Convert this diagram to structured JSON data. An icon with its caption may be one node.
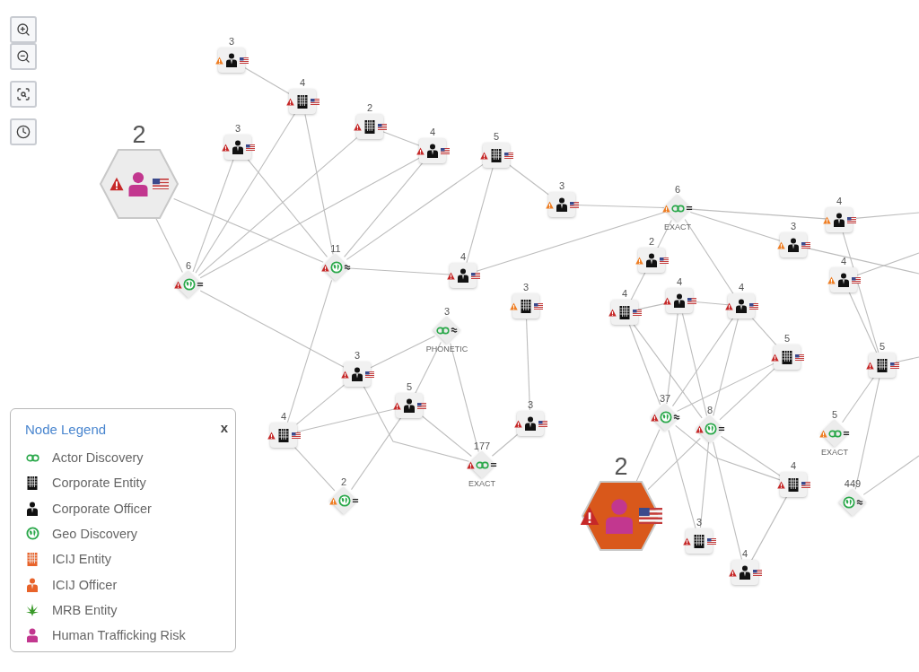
{
  "diagram": {
    "nodes": [
      {
        "text": [
          "3"
        ]
      },
      {
        "text": [
          "4"
        ]
      },
      {
        "text": [
          "2"
        ]
      },
      {
        "text": [
          "3"
        ]
      },
      {
        "text": [
          "4"
        ]
      },
      {
        "text": [
          "5"
        ]
      },
      {
        "text": [
          "2"
        ]
      },
      {
        "text": [
          "3"
        ]
      },
      {
        "text": [
          "6",
          "EXACT"
        ]
      },
      {
        "text": [
          "4"
        ]
      },
      {
        "text": [
          "3"
        ]
      },
      {
        "text": [
          "2"
        ]
      },
      {
        "text": [
          "6"
        ]
      },
      {
        "text": [
          "11"
        ]
      },
      {
        "text": [
          "4"
        ]
      },
      {
        "text": [
          "4"
        ]
      },
      {
        "text": [
          "3"
        ]
      },
      {
        "text": [
          "4"
        ]
      },
      {
        "text": [
          "4"
        ]
      },
      {
        "text": [
          "4"
        ]
      },
      {
        "text": [
          "3",
          "PHONETIC"
        ]
      },
      {
        "text": [
          "5"
        ]
      },
      {
        "text": [
          "5"
        ]
      },
      {
        "text": [
          "3"
        ]
      },
      {
        "text": [
          "5"
        ]
      },
      {
        "text": [
          "4"
        ]
      },
      {
        "text": [
          "37"
        ]
      },
      {
        "text": [
          "8"
        ]
      },
      {
        "text": [
          "3"
        ]
      },
      {
        "text": [
          "5",
          "EXACT"
        ]
      },
      {
        "text": [
          "177",
          "EXACT"
        ]
      },
      {
        "text": [
          "2"
        ]
      },
      {
        "text": [
          "2"
        ]
      },
      {
        "text": [
          "4"
        ]
      },
      {
        "text": [
          "449"
        ]
      },
      {
        "text": [
          "3"
        ]
      },
      {
        "text": [
          "4"
        ]
      }
    ],
    "edges": [
      {
        "from": 0,
        "to": 1,
        "arrow": "none"
      },
      {
        "from": 1,
        "to": 12,
        "arrow": "none"
      },
      {
        "from": 1,
        "to": 13,
        "arrow": "none"
      },
      {
        "from": 2,
        "to": 4,
        "arrow": "none"
      },
      {
        "from": 2,
        "to": 12,
        "arrow": "none"
      },
      {
        "from": 3,
        "to": 12,
        "arrow": "none"
      },
      {
        "from": 3,
        "to": 13,
        "arrow": "none"
      },
      {
        "from": 4,
        "to": 12,
        "arrow": "none"
      },
      {
        "from": 4,
        "to": 13,
        "arrow": "none"
      },
      {
        "from": 5,
        "to": 13,
        "arrow": "none"
      },
      {
        "from": 5,
        "to": 14,
        "arrow": "none"
      },
      {
        "from": 5,
        "to": 7,
        "arrow": "none"
      },
      {
        "from": 6,
        "to": 13,
        "arrow": "none"
      },
      {
        "from": 6,
        "to": 12,
        "arrow": "none"
      },
      {
        "from": 7,
        "to": 8,
        "arrow": "none"
      },
      {
        "from": 8,
        "to": 14,
        "arrow": "none"
      },
      {
        "from": 8,
        "to": 9,
        "arrow": "none"
      },
      {
        "from": 8,
        "to": 10,
        "arrow": "none"
      },
      {
        "from": 8,
        "to": 11,
        "arrow": "none"
      },
      {
        "from": 8,
        "to": 19,
        "arrow": "none"
      },
      {
        "from": 9,
        "to": null,
        "arrow": "none"
      },
      {
        "from": 9,
        "to": 22,
        "arrow": "none"
      },
      {
        "from": 10,
        "to": null,
        "arrow": "none"
      },
      {
        "from": 15,
        "to": null,
        "arrow": "none"
      },
      {
        "from": 11,
        "to": 17,
        "arrow": "none"
      },
      {
        "from": 13,
        "to": 14,
        "arrow": "none"
      },
      {
        "from": 13,
        "to": 25,
        "arrow": "none"
      },
      {
        "from": 12,
        "to": 23,
        "arrow": "none"
      },
      {
        "from": 20,
        "to": 23,
        "arrow": "none"
      },
      {
        "from": 20,
        "to": 24,
        "arrow": "none"
      },
      {
        "from": 20,
        "to": 30,
        "arrow": "none"
      },
      {
        "from": 16,
        "to": 28,
        "arrow": "none"
      },
      {
        "from": 28,
        "to": 30,
        "arrow": "none"
      },
      {
        "from": 23,
        "to": 30,
        "arrow": "none"
      },
      {
        "from": 24,
        "to": 30,
        "arrow": "none"
      },
      {
        "from": 25,
        "to": 23,
        "arrow": "none"
      },
      {
        "from": 25,
        "to": 24,
        "arrow": "none"
      },
      {
        "from": 25,
        "to": 31,
        "arrow": "none"
      },
      {
        "from": 24,
        "to": 31,
        "arrow": "none"
      },
      {
        "from": 17,
        "to": 18,
        "arrow": "none"
      },
      {
        "from": 18,
        "to": 19,
        "arrow": "none"
      },
      {
        "from": 19,
        "to": 21,
        "arrow": "none"
      },
      {
        "from": 17,
        "to": 26,
        "arrow": "none"
      },
      {
        "from": 17,
        "to": 27,
        "arrow": "none"
      },
      {
        "from": 18,
        "to": 26,
        "arrow": "none"
      },
      {
        "from": 18,
        "to": 27,
        "arrow": "none"
      },
      {
        "from": 19,
        "to": 26,
        "arrow": "none"
      },
      {
        "from": 19,
        "to": 27,
        "arrow": "none"
      },
      {
        "from": 21,
        "to": 26,
        "arrow": "none"
      },
      {
        "from": 21,
        "to": 27,
        "arrow": "none"
      },
      {
        "from": 26,
        "to": 32,
        "arrow": "none"
      },
      {
        "from": 27,
        "to": 32,
        "arrow": "none"
      },
      {
        "from": 27,
        "to": 33,
        "arrow": "none"
      },
      {
        "from": 26,
        "to": 33,
        "arrow": "none"
      },
      {
        "from": 27,
        "to": 35,
        "arrow": "none"
      },
      {
        "from": 26,
        "to": 35,
        "arrow": "none"
      },
      {
        "from": 27,
        "to": 36,
        "arrow": "none"
      },
      {
        "from": 33,
        "to": 36,
        "arrow": "none"
      },
      {
        "from": 15,
        "to": 22,
        "arrow": "none"
      },
      {
        "from": 22,
        "to": 29,
        "arrow": "none"
      },
      {
        "from": 22,
        "to": 34,
        "arrow": "none"
      },
      {
        "from": 22,
        "to": null,
        "arrow": "none"
      },
      {
        "from": 34,
        "to": null,
        "arrow": "none"
      }
    ],
    "labels": [
      "Node Legend",
      "x"
    ],
    "legend": [
      {
        "text": "Actor Discovery"
      },
      {
        "text": "Corporate Entity"
      },
      {
        "text": "Corporate Officer"
      },
      {
        "text": "Geo Discovery"
      },
      {
        "text": "ICIJ Entity"
      },
      {
        "text": "ICIJ Officer"
      },
      {
        "text": "MRB Entity"
      },
      {
        "text": "Human Trafficking Risk"
      }
    ]
  }
}
